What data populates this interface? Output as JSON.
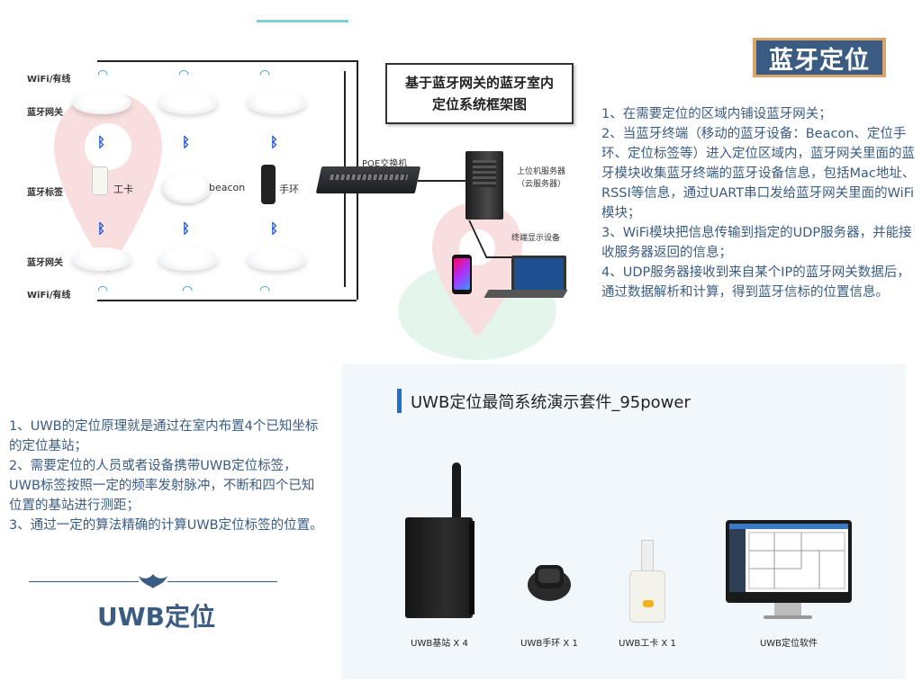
{
  "diagram": {
    "title_line1": "基于蓝牙网关的蓝牙室内",
    "title_line2": "定位系统框架图",
    "labels": {
      "wifi_top": "WiFi/有线",
      "gateway_top": "蓝牙网关",
      "tag": "蓝牙标签",
      "gateway_bottom": "蓝牙网关",
      "wifi_bottom": "WiFi/有线"
    },
    "devices": {
      "card": "工卡",
      "beacon": "beacon",
      "band": "手环",
      "switch": "POE交换机",
      "server_line1": "上位机服务器",
      "server_line2": "（云服务器）",
      "terminal": "终端显示设备"
    }
  },
  "bluetooth": {
    "badge": "蓝牙定位",
    "points": [
      "1、在需要定位的区域内铺设蓝牙网关；",
      "2、当蓝牙终端（移动的蓝牙设备：Beacon、定位手环、定位标签等）进入定位区域内，蓝牙网关里面的蓝牙模块收集蓝牙终端的蓝牙设备信息，包括Mac地址、RSSI等信息，通过UART串口发给蓝牙网关里面的WiFi模块；",
      "3、WiFi模块把信息传输到指定的UDP服务器，并能接收服务器返回的信息；",
      "4、UDP服务器接收到来自某个IP的蓝牙网关数据后，通过数据解析和计算，得到蓝牙信标的位置信息。"
    ]
  },
  "uwb": {
    "points": [
      "1、UWB的定位原理就是通过在室内布置4个已知坐标的定位基站；",
      "2、需要定位的人员或者设备携带UWB定位标签，UWB标签按照一定的频率发射脉冲，不断和四个已知位置的基站进行测距；",
      "3、通过一定的算法精确的计算UWB定位标签的位置。"
    ],
    "heading": "UWB定位"
  },
  "kit": {
    "title": "UWB定位最简系统演示套件_95power",
    "items": [
      {
        "label": "UWB基站 X 4"
      },
      {
        "label": "UWB手环 X 1"
      },
      {
        "label": "UWB工卡 X 1"
      },
      {
        "label": "UWB定位软件"
      }
    ]
  },
  "colors": {
    "text_blue": "#3a5c83",
    "accent_blue": "#1a73c9",
    "bluetooth_icon": "#1b4fd9",
    "wifi_icon": "#1a8fd6",
    "badge_border": "#d9a46a"
  }
}
